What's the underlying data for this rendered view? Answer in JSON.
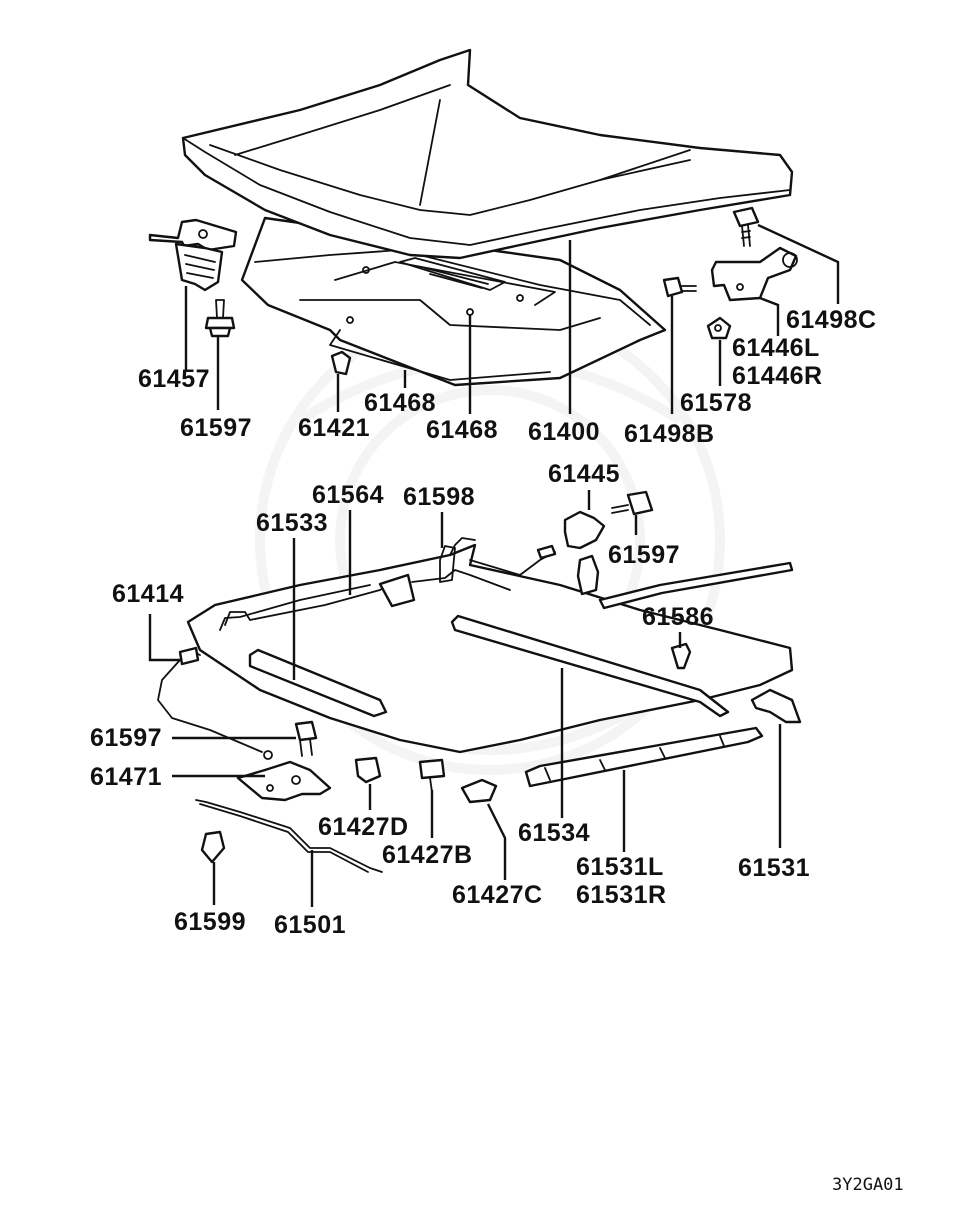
{
  "diagram_code": "3Y2GA01",
  "labels": {
    "p61457": "61457",
    "p61597a": "61597",
    "p61421": "61421",
    "p61468a": "61468",
    "p61468b": "61468",
    "p61400": "61400",
    "p61498B": "61498B",
    "p61578": "61578",
    "p61446L": "61446L",
    "p61446R": "61446R",
    "p61498C": "61498C",
    "p61564": "61564",
    "p61598": "61598",
    "p61533": "61533",
    "p61445": "61445",
    "p61597b": "61597",
    "p61414": "61414",
    "p61586": "61586",
    "p61597c": "61597",
    "p61471": "61471",
    "p61427D": "61427D",
    "p61427B": "61427B",
    "p61427C": "61427C",
    "p61534": "61534",
    "p61531L": "61531L",
    "p61531R": "61531R",
    "p61531": "61531",
    "p61599": "61599",
    "p61501": "61501"
  }
}
